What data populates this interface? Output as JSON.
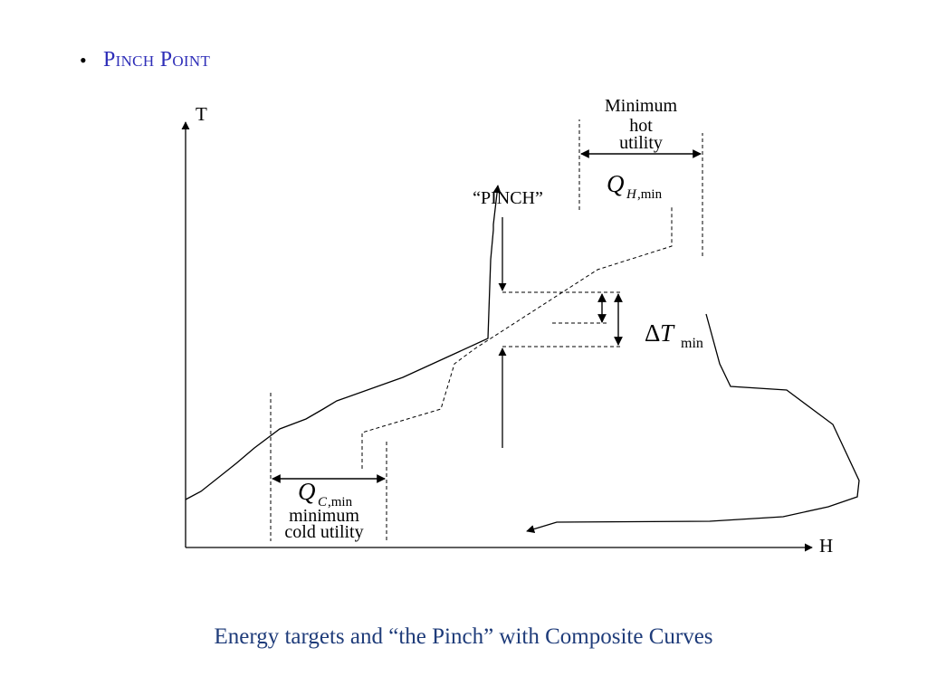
{
  "slide": {
    "bullet": "•",
    "heading": "Pinch Point",
    "caption": "Energy targets and “the Pinch” with Composite Curves",
    "colors": {
      "heading": "#2E2EB8",
      "caption": "#1F3C7A",
      "lines": "#000000"
    }
  },
  "chart_data": {
    "type": "line",
    "title": "",
    "xlabel": "H",
    "ylabel": "T",
    "grid": false,
    "legend": "none",
    "series": [
      {
        "values": [
          [
            575,
            258
          ],
          [
            590,
            203
          ],
          [
            602,
            178
          ],
          [
            664,
            174
          ],
          [
            715,
            136
          ],
          [
            744,
            74
          ],
          [
            742,
            56
          ],
          [
            710,
            45
          ],
          [
            660,
            34
          ],
          [
            579,
            29
          ],
          [
            410,
            28
          ],
          [
            377,
            18
          ]
        ]
      },
      {
        "values": [
          [
            0,
            53
          ],
          [
            17,
            62
          ],
          [
            56,
            93
          ],
          [
            76,
            110
          ],
          [
            104,
            131
          ],
          [
            133,
            142
          ],
          [
            152,
            153
          ],
          [
            167,
            162
          ],
          [
            240,
            188
          ],
          [
            334,
            231
          ],
          [
            337,
            318
          ],
          [
            340,
            351
          ],
          [
            340,
            357
          ],
          [
            345,
            400
          ]
        ]
      }
    ],
    "annotations": {
      "pinch": "“PINCH”",
      "qh": "Q",
      "qh_sub": "H",
      "qh_min": ",min",
      "qh_desc": [
        "Minimum",
        "hot",
        "utility"
      ],
      "qc": "Q",
      "qc_sub": "C",
      "qc_min": ",min",
      "qc_desc": [
        "minimum",
        "cold utility"
      ],
      "dt_delta": "Δ",
      "dt_T": "T",
      "dt_min": "min"
    }
  }
}
